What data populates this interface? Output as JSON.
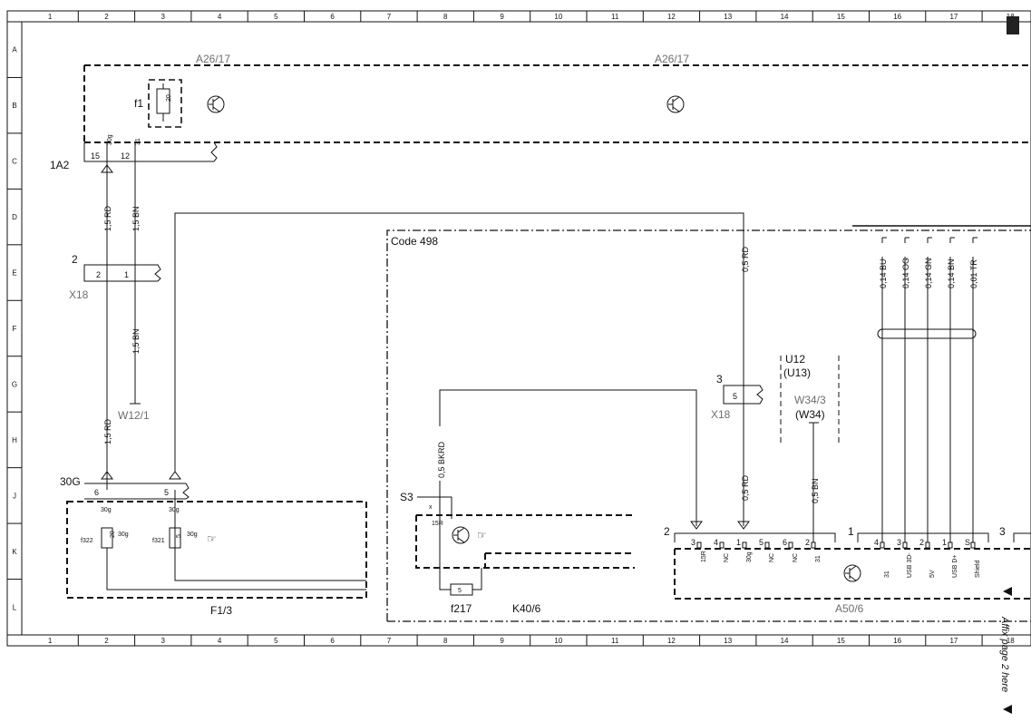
{
  "grid": {
    "columns": [
      "1",
      "2",
      "3",
      "4",
      "5",
      "6",
      "7",
      "8",
      "9",
      "10",
      "11",
      "12",
      "13",
      "14",
      "15",
      "16",
      "17",
      "18"
    ],
    "rows": [
      "A",
      "B",
      "C",
      "D",
      "E",
      "F",
      "G",
      "H",
      "J",
      "K",
      "L"
    ]
  },
  "components": {
    "a26_left": "A26/17",
    "a26_right": "A26/17",
    "f1": "f1",
    "f1_value": "20",
    "conn_1a2": "1A2",
    "pin15": "15",
    "pin12": "12",
    "pin_30g_top": "30g",
    "pin_31_top": "31",
    "x18_top": "X18",
    "x18_num": "2",
    "x18_pin2": "2",
    "x18_pin1": "1",
    "w12": "W12/1",
    "code498": "Code 498",
    "u12": "U12",
    "u13": "(U13)",
    "w343": "W34/3",
    "w34": "(W34)",
    "x18_mid": "X18",
    "x18_mid_num": "3",
    "x18_mid_pin": "5",
    "s3": "S3",
    "s3_x": "x",
    "s3_15r": "15R",
    "f217": "f217",
    "f217_value": "5",
    "k406": "K40/6",
    "g30": "30G",
    "g30_pin6": "6",
    "g30_pin5": "5",
    "f13": "F1/3",
    "f322": "f322",
    "f321": "f321",
    "f322_value": "20",
    "f321_value": "5",
    "f_30g_a": "30g",
    "f_30g_b": "30g",
    "f_30g_c": "30g",
    "f_30g_d": "30g",
    "a506": "A50/6",
    "conn2": "2",
    "conn1": "1",
    "conn3": "3",
    "side_note": "Affix page 2 here"
  },
  "wires": {
    "w_15rd_top": "1,5 RD",
    "w_15bn_top": "1,5 BN",
    "w_15bn_mid": "1,5 BN",
    "w_15rd_bottom": "1,5 RD",
    "w_05rd_top": "0,5 RD",
    "w_05rd_bottom": "0,5 RD",
    "w_05bkrd": "0,5 BKRD",
    "w_05bn": "0,5 BN",
    "w_014bu": "0,14 BU",
    "w_014og": "0,14 OG",
    "w_014gn": "0,14 GN",
    "w_014bn": "0,14 BN",
    "w_001tr": "0,01 TR"
  },
  "a50_pins": {
    "nums": [
      "3",
      "4",
      "1",
      "5",
      "6",
      "2"
    ],
    "funcs": [
      "15R",
      "NC",
      "30g",
      "NC",
      "NC",
      "31"
    ],
    "bus_nums": [
      "4",
      "3",
      "2",
      "1",
      "S"
    ],
    "bus_funcs": [
      "31",
      "USB 3D-",
      "5V",
      "USB D+",
      "Shield"
    ]
  }
}
